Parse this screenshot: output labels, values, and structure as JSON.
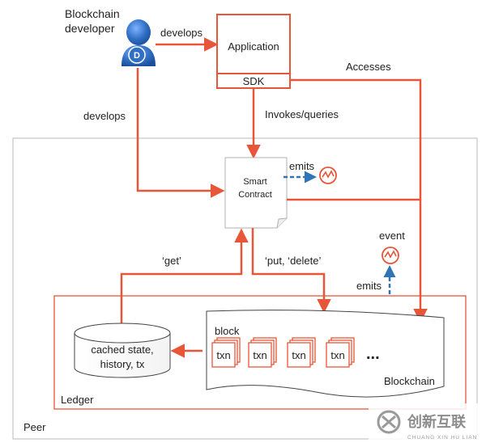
{
  "actor": {
    "name_line1": "Blockchain",
    "name_line2": "developer",
    "badge": "D"
  },
  "application": {
    "title": "Application",
    "sdk": "SDK"
  },
  "labels": {
    "develops_top": "develops",
    "develops_left": "develops",
    "accesses": "Accesses",
    "invokes_queries": "Invokes/queries",
    "emits_contract": "emits",
    "emits_ledger": "emits",
    "event": "event",
    "get": "‘get’",
    "put_delete": "‘put, ‘delete’"
  },
  "smart_contract": {
    "line1": "Smart",
    "line2": "Contract"
  },
  "ledger": {
    "label": "Ledger",
    "state_line1": "cached state,",
    "state_line2": "history, tx",
    "block_label": "block",
    "txn_labels": [
      "txn",
      "txn",
      "txn",
      "txn"
    ],
    "ellipsis": "...",
    "blockchain_label": "Blockchain"
  },
  "peer": {
    "label": "Peer"
  },
  "watermark": {
    "brand_cn": "创新互联",
    "brand_en": "CHUANG XIN HU LIAN"
  },
  "colors": {
    "accent": "#e8563a",
    "arrow_blue": "#2f74b5",
    "actor_blue": "#2f6fc4",
    "frame_grey": "#b9b9b9",
    "text": "#222222"
  }
}
